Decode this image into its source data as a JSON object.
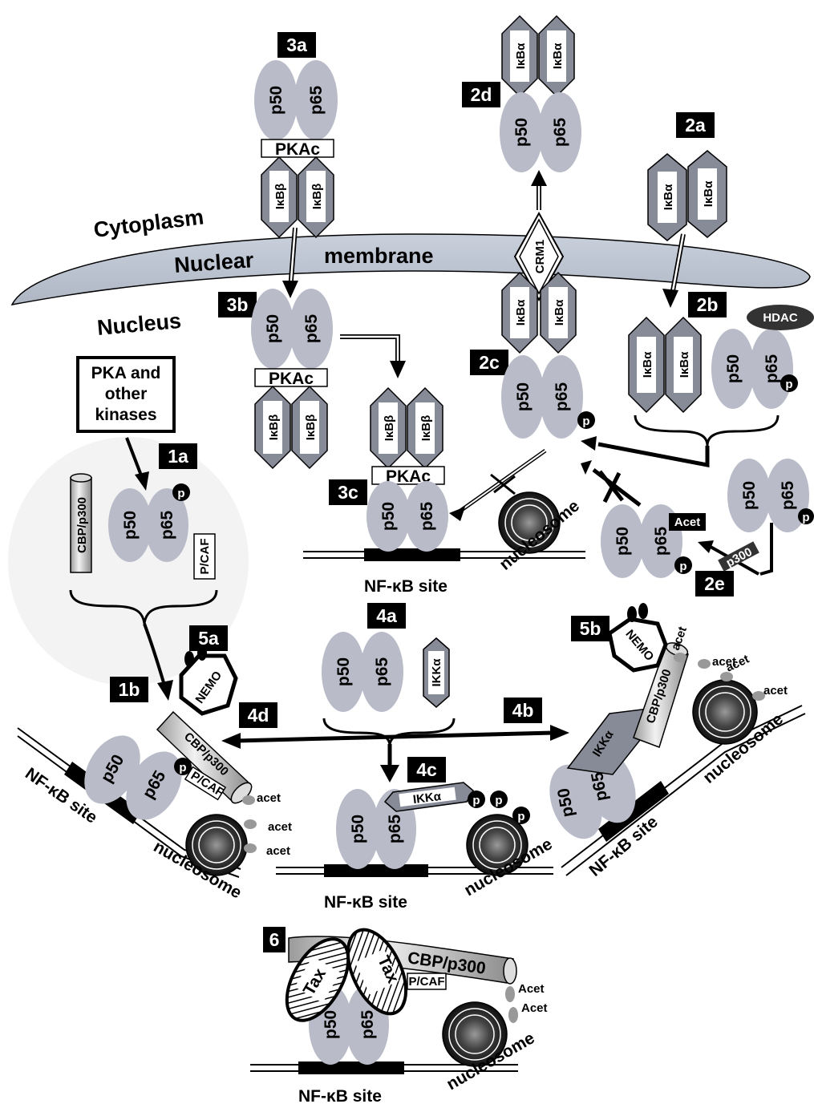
{
  "regions": {
    "cytoplasm": "Cytoplasm",
    "nuclear": "Nuclear",
    "membrane": "membrane",
    "nucleus": "Nucleus"
  },
  "steps": {
    "s1a": "1a",
    "s1b": "1b",
    "s2a": "2a",
    "s2b": "2b",
    "s2c": "2c",
    "s2d": "2d",
    "s2e": "2e",
    "s3a": "3a",
    "s3b": "3b",
    "s3c": "3c",
    "s4a": "4a",
    "s4b": "4b",
    "s4c": "4c",
    "s4d": "4d",
    "s5a": "5a",
    "s5b": "5b",
    "s6": "6"
  },
  "proteins": {
    "p50": "p50",
    "p65": "p65",
    "pkac": "PKAc",
    "ikbb": "IκBβ",
    "ikba": "IκBα",
    "ikka": "IKKα",
    "crm1": "CRM1",
    "hdac": "HDAC",
    "cbp": "CBP/p300",
    "pcaf": "P/CAF",
    "nemo": "NEMO",
    "tax": "Tax",
    "p300": "p300"
  },
  "marks": {
    "p": "p",
    "acet_lower": "acet",
    "acet_cap": "Acet"
  },
  "dna": {
    "site": "NF-κB  site",
    "nucleosome": "nucleosome"
  },
  "kinase_box": {
    "line1": "PKA and",
    "line2": "other",
    "line3": "kinases"
  }
}
